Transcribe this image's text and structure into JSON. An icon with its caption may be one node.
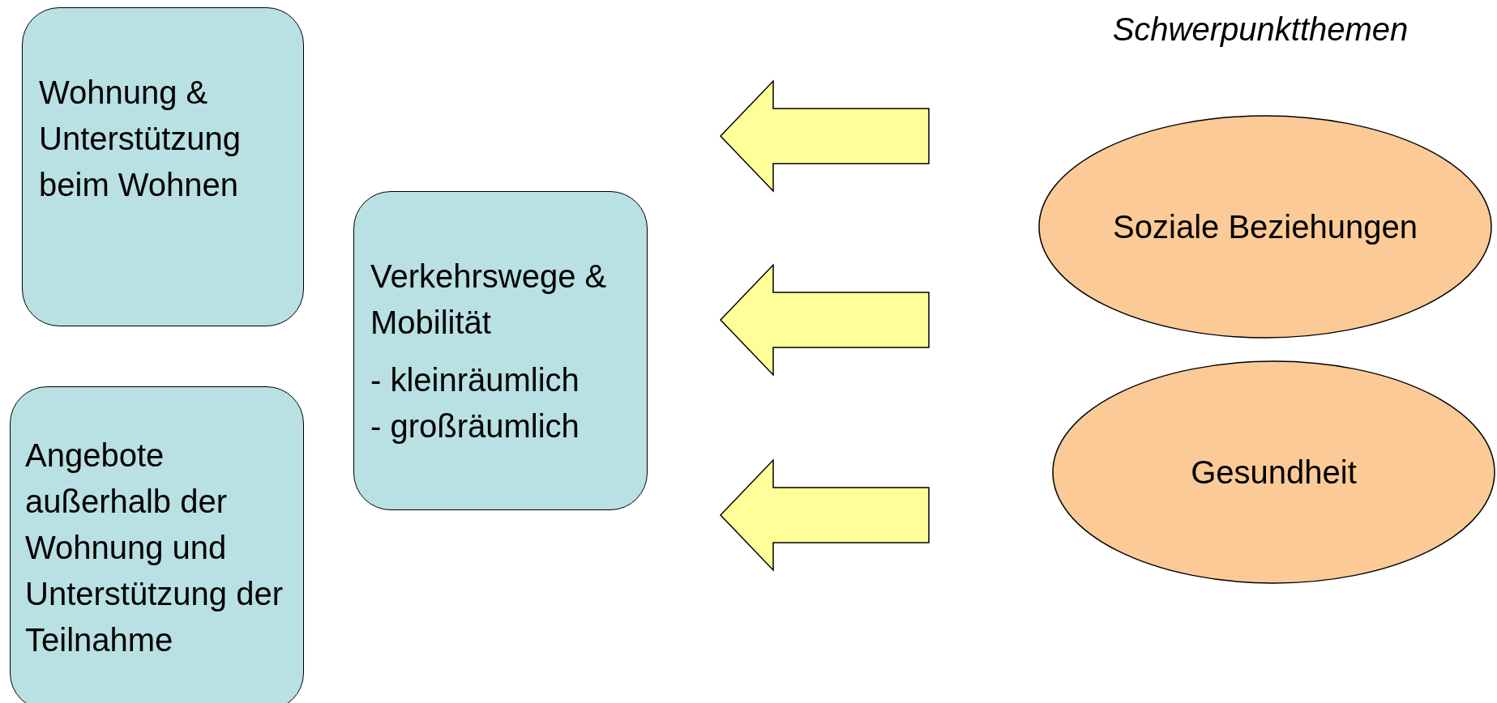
{
  "diagram": {
    "title": "Schwerpunktthemen",
    "nodes": [
      {
        "text": [
          "Wohnung & Unterstützung beim Wohnen"
        ]
      },
      {
        "text": [
          "Angebote außerhalb der Wohnung und Unterstützung der Teilnahme"
        ]
      },
      {
        "text": [
          "Verkehrswege & Mobilität",
          "- kleinräumlich",
          "- großräumlich"
        ]
      },
      {
        "text": [
          "Soziale Beziehungen"
        ]
      },
      {
        "text": [
          "Gesundheit"
        ]
      }
    ]
  }
}
